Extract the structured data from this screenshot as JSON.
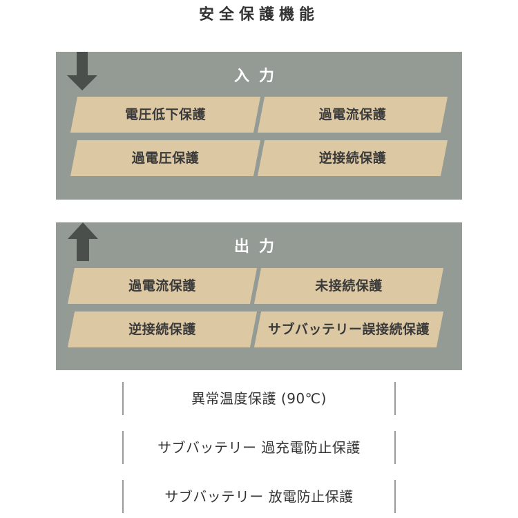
{
  "title": "安全保護機能",
  "input": {
    "heading": "入力",
    "arrow": "down-arrow-icon",
    "items": [
      "電圧低下保護",
      "過電流保護",
      "過電圧保護",
      "逆接続保護"
    ]
  },
  "output": {
    "heading": "出力",
    "arrow": "up-arrow-icon",
    "items": [
      "過電流保護",
      "未接続保護",
      "逆接続保護",
      "サブバッテリー誤接続保護"
    ]
  },
  "features": [
    "異常温度保護 (90℃)",
    "サブバッテリー 過充電防止保護",
    "サブバッテリー 放電防止保護"
  ],
  "colors": {
    "panel": "#949b94",
    "card": "#dcc8a3",
    "arrow": "#4b4f4b",
    "text": "#3a3a3a"
  }
}
